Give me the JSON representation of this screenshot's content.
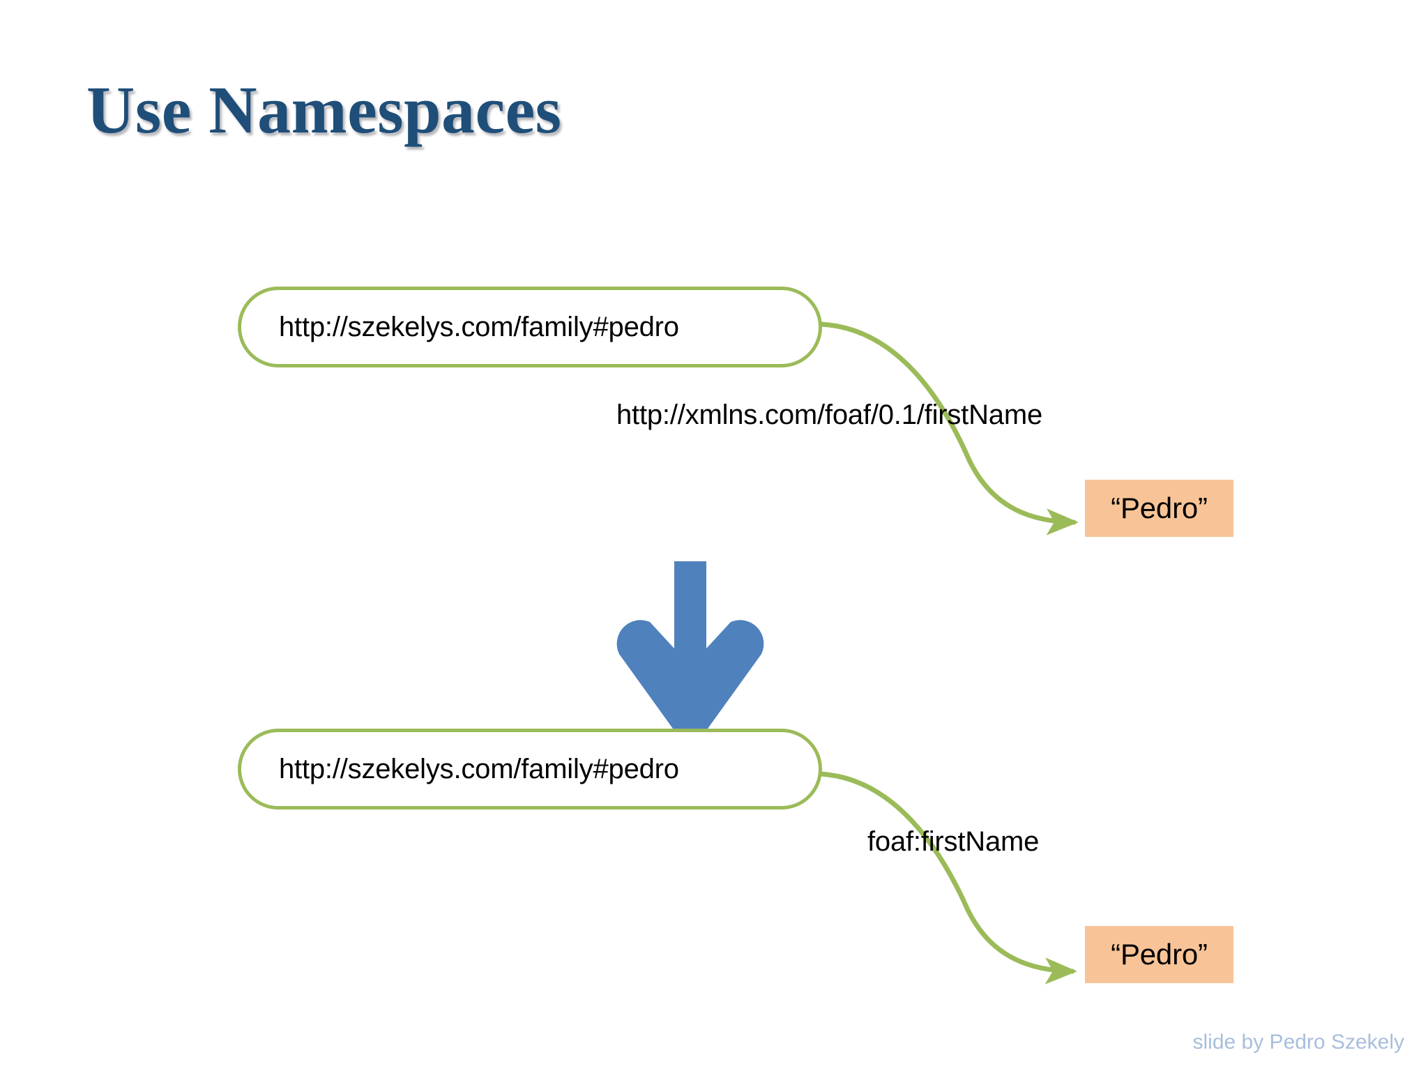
{
  "slide": {
    "title": "Use Namespaces",
    "background_color": "#FFFFFF",
    "title_color": "#1F4E79",
    "footer": "slide by Pedro Szekely",
    "footer_color": "#A8BEDC"
  },
  "palette": {
    "node_border_green": "#9BBB59",
    "node_fill_white": "#FFFFFF",
    "literal_fill_orange": "#F8C497",
    "arrow_green": "#9BBB59",
    "transition_arrow_blue": "#4F81BD",
    "text_black": "#000000"
  },
  "diagrams": [
    {
      "id": "before",
      "name": "full-uri-triple",
      "subject": {
        "label": "http://szekelys.com/family#pedro",
        "shape": "rounded-rectangle",
        "fill": "#FFFFFF",
        "border": "#9BBB59"
      },
      "predicate": {
        "label": "http://xmlns.com/foaf/0.1/firstName",
        "arrow_color": "#9BBB59"
      },
      "object": {
        "label": "“Pedro”",
        "shape": "rectangle",
        "fill": "#F8C497"
      }
    },
    {
      "id": "after",
      "name": "namespaced-triple",
      "subject": {
        "label": "http://szekelys.com/family#pedro",
        "shape": "rounded-rectangle",
        "fill": "#FFFFFF",
        "border": "#9BBB59"
      },
      "predicate": {
        "label": "foaf:firstName",
        "arrow_color": "#9BBB59"
      },
      "object": {
        "label": "“Pedro”",
        "shape": "rectangle",
        "fill": "#F8C497"
      }
    }
  ],
  "transition": {
    "name": "down-arrow",
    "direction": "down",
    "color": "#4F81BD"
  }
}
